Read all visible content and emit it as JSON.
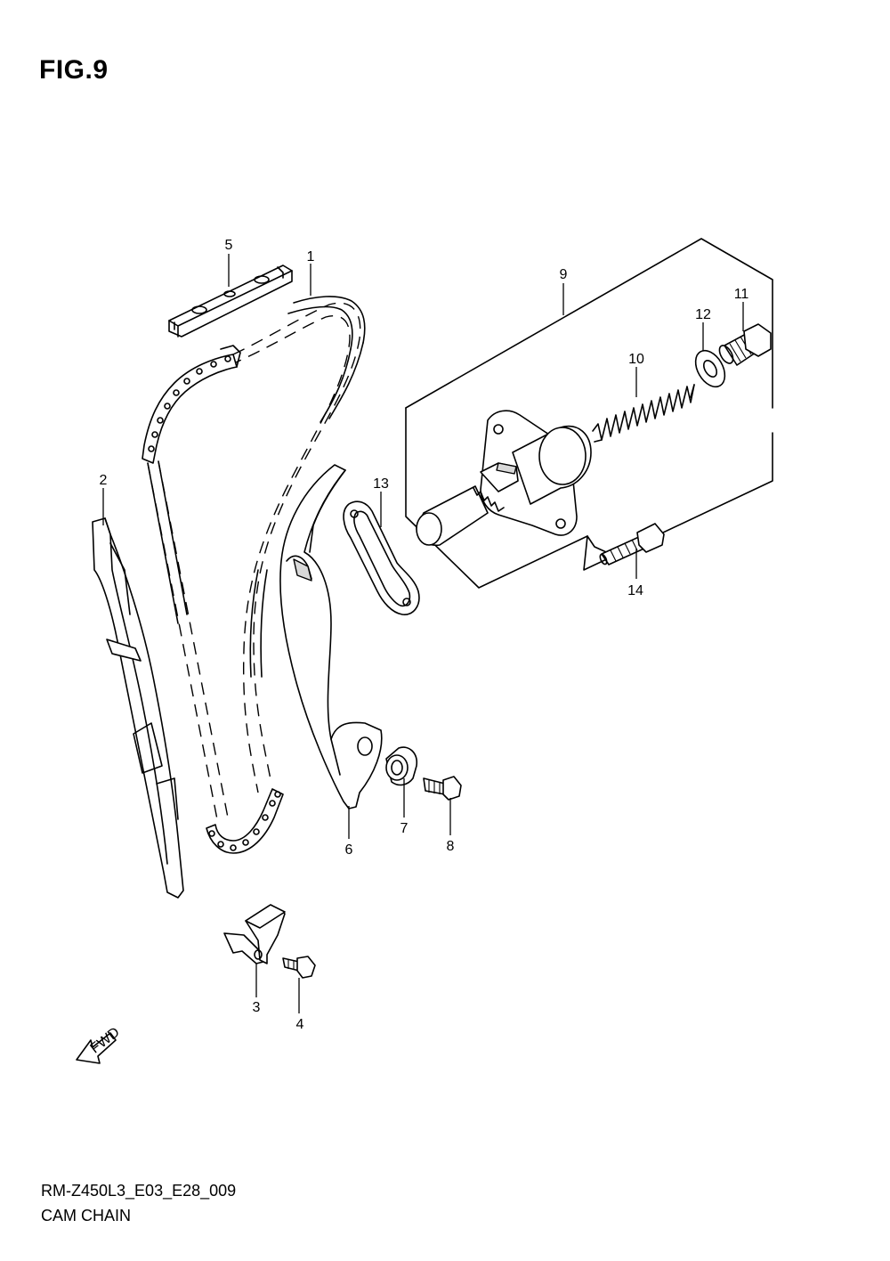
{
  "figure": {
    "title": "FIG.9"
  },
  "footer": {
    "code": "RM-Z450L3_E03_E28_009",
    "caption": "CAM CHAIN"
  },
  "fwd_label": "FWD",
  "callouts": [
    "1",
    "2",
    "3",
    "4",
    "5",
    "6",
    "7",
    "8",
    "9",
    "10",
    "11",
    "12",
    "13",
    "14"
  ]
}
